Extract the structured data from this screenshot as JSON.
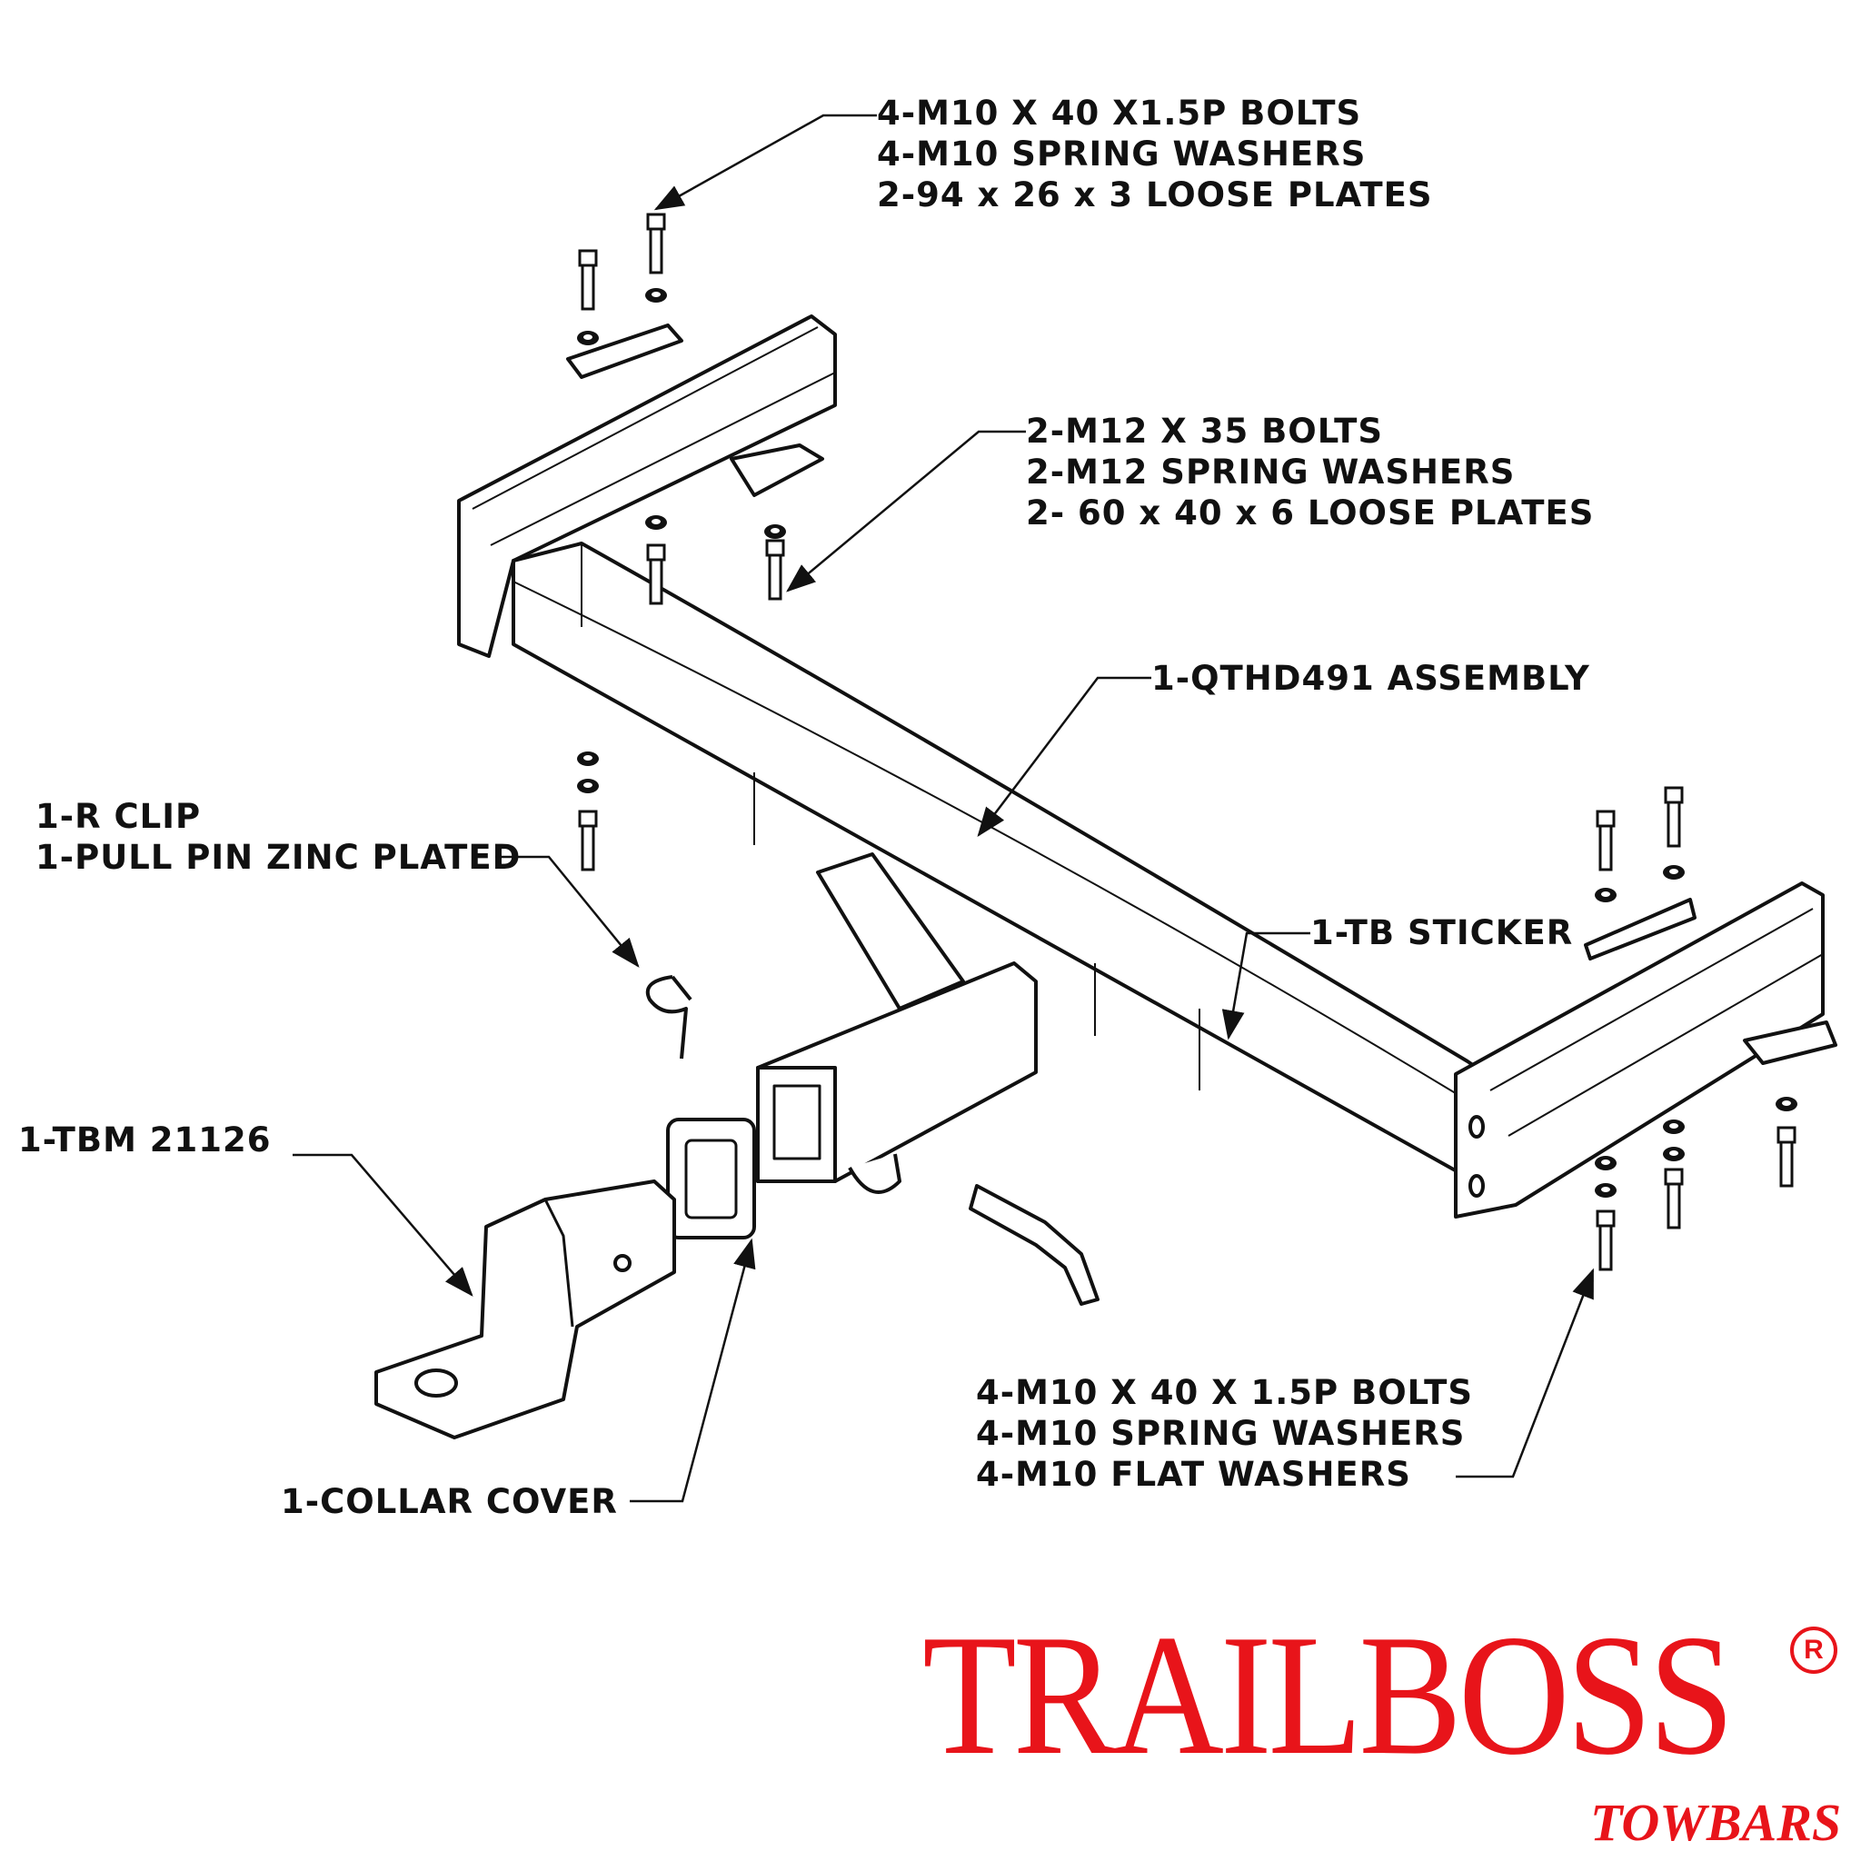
{
  "labels": {
    "top_hardware": [
      "4-M10 X 40 X1.5P BOLTS",
      "4-M10 SPRING WASHERS",
      "2-94 x 26 x 3 LOOSE PLATES"
    ],
    "mid_hardware": [
      "2-M12 X 35 BOLTS",
      "2-M12 SPRING WASHERS",
      "2- 60 x 40 x 6 LOOSE PLATES"
    ],
    "assembly": "1-QTHD491 ASSEMBLY",
    "clip": [
      "1-R CLIP",
      "1-PULL PIN ZINC PLATED"
    ],
    "sticker": "1-TB STICKER",
    "ball_mount": "1-TBM 21126",
    "bottom_hardware": [
      "4-M10 X 40 X 1.5P BOLTS",
      "4-M10 SPRING WASHERS",
      "4-M10 FLAT WASHERS"
    ],
    "collar": "1-COLLAR COVER"
  },
  "logo": {
    "brand": "TRAILBOSS",
    "sub": "TOWBARS",
    "reg": "R"
  },
  "colors": {
    "brand_red": "#e8141a",
    "line": "#111111"
  }
}
